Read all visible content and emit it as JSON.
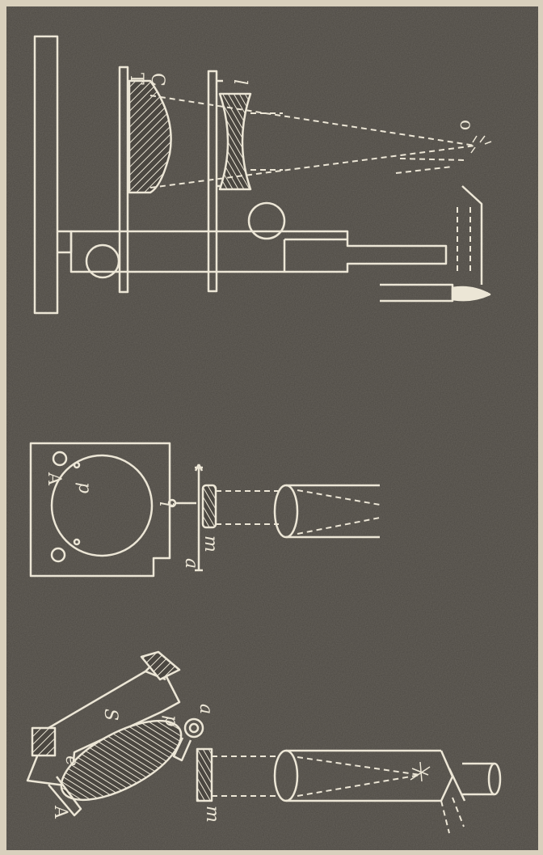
{
  "plate": {
    "colors": {
      "paper": "#d9d0bd",
      "background": "#4b4741",
      "ink": "#ece6d6"
    },
    "figures": [
      {
        "id": "figure-top",
        "description_labels": [
          "C",
          "T",
          "l",
          "o"
        ]
      },
      {
        "id": "figure-middle",
        "description_labels": [
          "A",
          "p",
          "l",
          "m",
          "a"
        ]
      },
      {
        "id": "figure-bottom",
        "description_labels": [
          "a",
          "S",
          "p",
          "e",
          "A",
          "m"
        ]
      }
    ]
  }
}
